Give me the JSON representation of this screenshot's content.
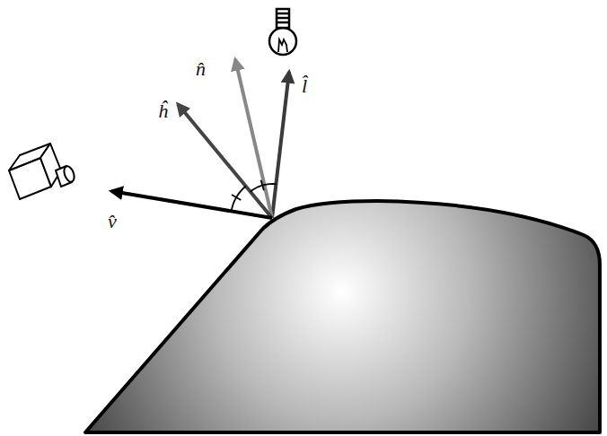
{
  "diagram": {
    "labels": [
      "n̂",
      "ĥ",
      "l̂",
      "v̂"
    ]
  }
}
